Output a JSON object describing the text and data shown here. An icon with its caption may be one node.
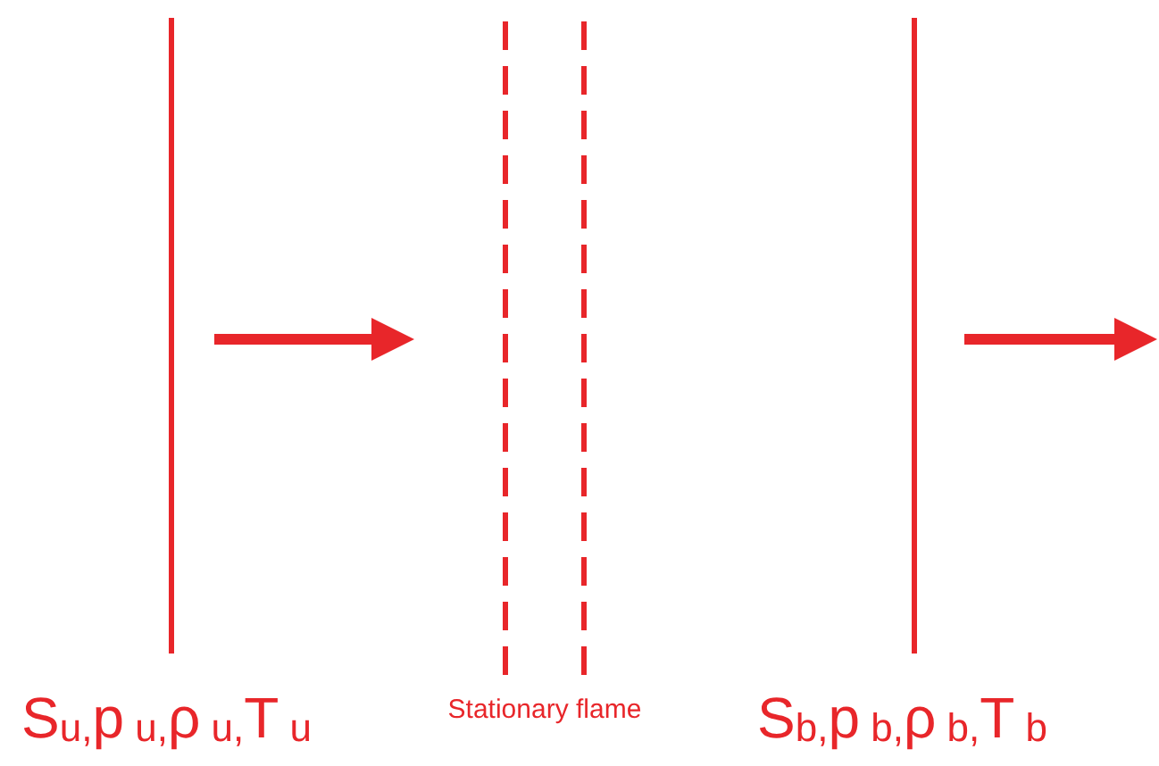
{
  "diagram": {
    "labels": [
      "S$_{u,}$p$_{ u,}$ρ$_{ u,}$T$_{ u}$",
      "Stationary flame",
      "S$_{b,}$p$_{ b,}$ρ$_{ b,}$T$_{ b}$"
    ]
  }
}
